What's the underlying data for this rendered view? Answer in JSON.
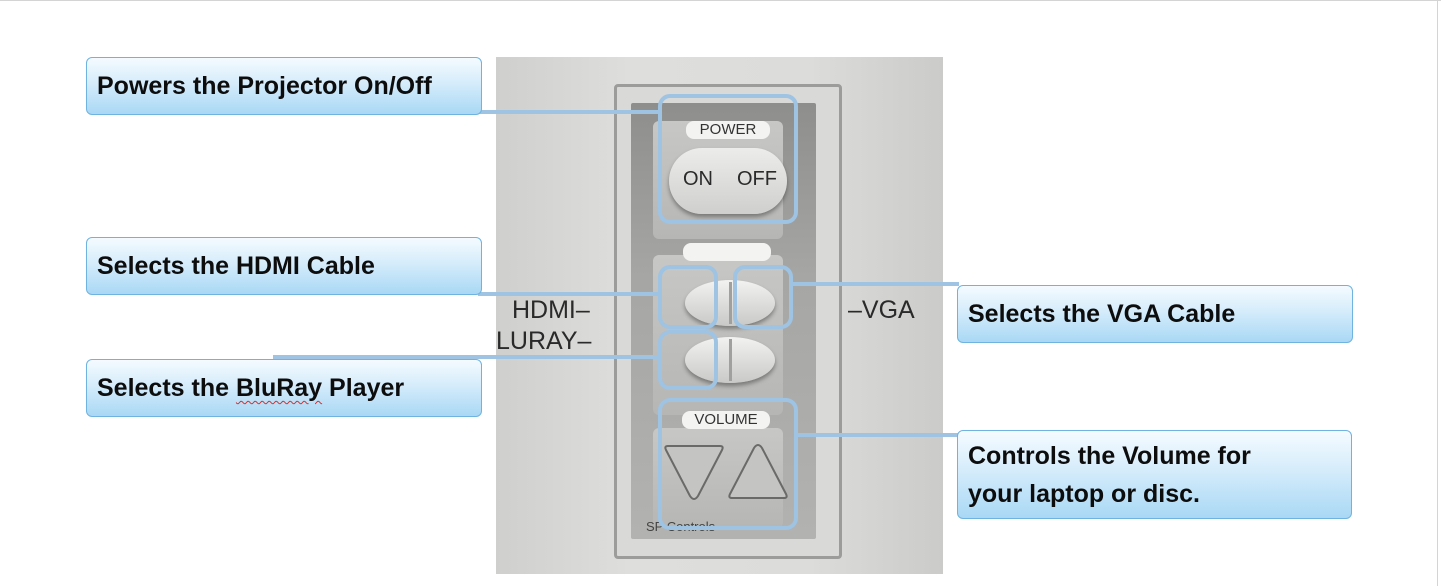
{
  "diagram": {
    "callouts": {
      "power": "Powers the Projector On/Off",
      "hdmi": "Selects the HDMI Cable",
      "bluray_prefix": "Selects the ",
      "bluray_word": "BluRay",
      "bluray_suffix": " Player",
      "vga": "Selects the VGA Cable",
      "volume_line1": "Controls the Volume for",
      "volume_line2": "your laptop or disc."
    },
    "panel": {
      "power_label": "POWER",
      "on_label": "ON",
      "off_label": "OFF",
      "hdmi_label": "HDMI–",
      "bluray_label": "LURAY–",
      "vga_label": "–VGA",
      "volume_label": "VOLUME",
      "footer_label": "SP Controls"
    },
    "colors": {
      "callout_border": "#6fb3e0",
      "callout_fill": "#a9d8f5",
      "leader": "#9ec3e3"
    },
    "icons": [
      "volume-down-icon",
      "volume-up-icon"
    ]
  }
}
